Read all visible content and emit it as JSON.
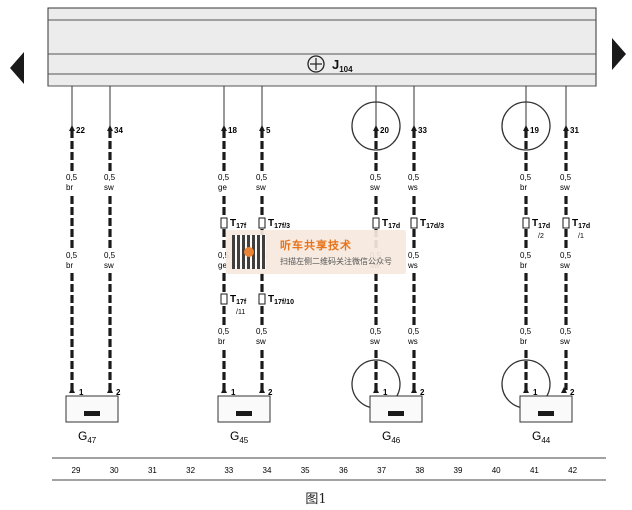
{
  "unit": {
    "name": "J",
    "sub": "104"
  },
  "pins": [
    {
      "num": "22",
      "sec1": "0,5",
      "col1": "br",
      "sec2": "0,5",
      "col2": "br",
      "plug": "",
      "plug_sub": "",
      "sec3": "",
      "col3": "",
      "sec4": "",
      "col4": ""
    },
    {
      "num": "34",
      "sec1": "0,5",
      "col1": "sw",
      "sec2": "0,5",
      "col2": "sw",
      "plug": "",
      "plug_sub": "",
      "sec3": "",
      "col3": "",
      "sec4": "",
      "col4": ""
    },
    {
      "num": "18",
      "sec1": "0,5",
      "col1": "ge",
      "plug": "T",
      "plug_sub": "17f",
      "sec2": "0,5",
      "col2": "ge",
      "plug2": "T",
      "plug2_sub": "17f",
      "plug2_extra": "/11",
      "sec3": "0,5",
      "col3": "br"
    },
    {
      "num": "5",
      "sec1": "0,5",
      "col1": "sw",
      "plug": "T",
      "plug_sub": "17f/3",
      "sec2": "0,5",
      "col2": "sw",
      "plug2": "T",
      "plug2_sub": "17f/10",
      "plug2_extra": "",
      "sec3": "0,5",
      "col3": "sw"
    },
    {
      "num": "20",
      "sec1": "0,5",
      "col1": "sw",
      "plug": "T",
      "plug_sub": "17d",
      "sec2": "0,5",
      "col2": "sw",
      "sec3": "0,5",
      "col3": "sw"
    },
    {
      "num": "33",
      "sec1": "0,5",
      "col1": "ws",
      "plug": "T",
      "plug_sub": "17d/3",
      "sec2": "0,5",
      "col2": "ws",
      "sec3": "0,5",
      "col3": "ws"
    },
    {
      "num": "19",
      "sec1": "0,5",
      "col1": "br",
      "plug": "T",
      "plug_sub": "17d",
      "plug_extra": "/2",
      "sec2": "0,5",
      "col2": "br",
      "sec3": "0,5",
      "col3": "br"
    },
    {
      "num": "31",
      "sec1": "0,5",
      "col1": "sw",
      "plug": "T",
      "plug_sub": "17d",
      "plug_extra": "/1",
      "sec2": "0,5",
      "col2": "sw",
      "sec3": "0,5",
      "col3": "sw"
    }
  ],
  "sensors": [
    {
      "name": "G",
      "sub": "47",
      "pin_a": "1",
      "pin_b": "2"
    },
    {
      "name": "G",
      "sub": "45",
      "pin_a": "1",
      "pin_b": "2"
    },
    {
      "name": "G",
      "sub": "46",
      "pin_a": "1",
      "pin_b": "2"
    },
    {
      "name": "G",
      "sub": "44",
      "pin_a": "1",
      "pin_b": "2"
    }
  ],
  "tracks": [
    "29",
    "30",
    "31",
    "32",
    "33",
    "34",
    "35",
    "36",
    "37",
    "38",
    "39",
    "40",
    "41",
    "42"
  ],
  "watermark": {
    "title": "听车共享技术",
    "subtitle": "扫描左侧二维码关注微信公众号"
  },
  "caption": "图1",
  "colors": {
    "band": "#ececec",
    "wire": "#1a1a1a",
    "accent": "#e8731a"
  }
}
